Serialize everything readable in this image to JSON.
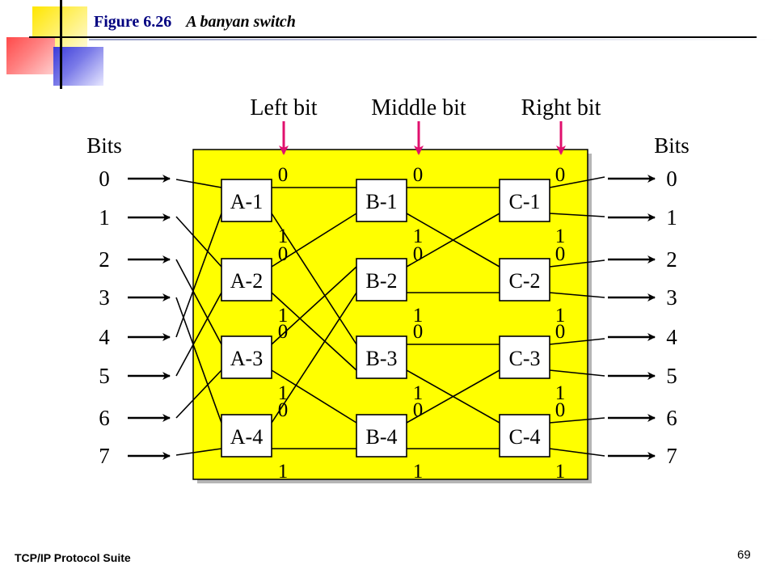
{
  "slide": {
    "figure_number": "Figure 6.26",
    "figure_caption": "A banyan switch",
    "footer": "TCP/IP Protocol Suite",
    "page_number": "69"
  },
  "diagram": {
    "header_labels": {
      "left": "Left bit",
      "middle": "Middle bit",
      "right": "Right bit"
    },
    "bits_label_left": "Bits",
    "bits_label_right": "Bits",
    "input_bits": [
      "0",
      "1",
      "2",
      "3",
      "4",
      "5",
      "6",
      "7"
    ],
    "output_bits": [
      "0",
      "1",
      "2",
      "3",
      "4",
      "5",
      "6",
      "7"
    ],
    "stages": [
      {
        "name": "A",
        "switches": [
          "A-1",
          "A-2",
          "A-3",
          "A-4"
        ]
      },
      {
        "name": "B",
        "switches": [
          "B-1",
          "B-2",
          "B-3",
          "B-4"
        ]
      },
      {
        "name": "C",
        "switches": [
          "C-1",
          "C-2",
          "C-3",
          "C-4"
        ]
      }
    ],
    "port_bits": [
      "0",
      "1"
    ],
    "colors": {
      "board": "#ffff00",
      "arrow_accent": "#e0106e",
      "shadow": "#b5b5b5",
      "title": "#000080"
    }
  }
}
